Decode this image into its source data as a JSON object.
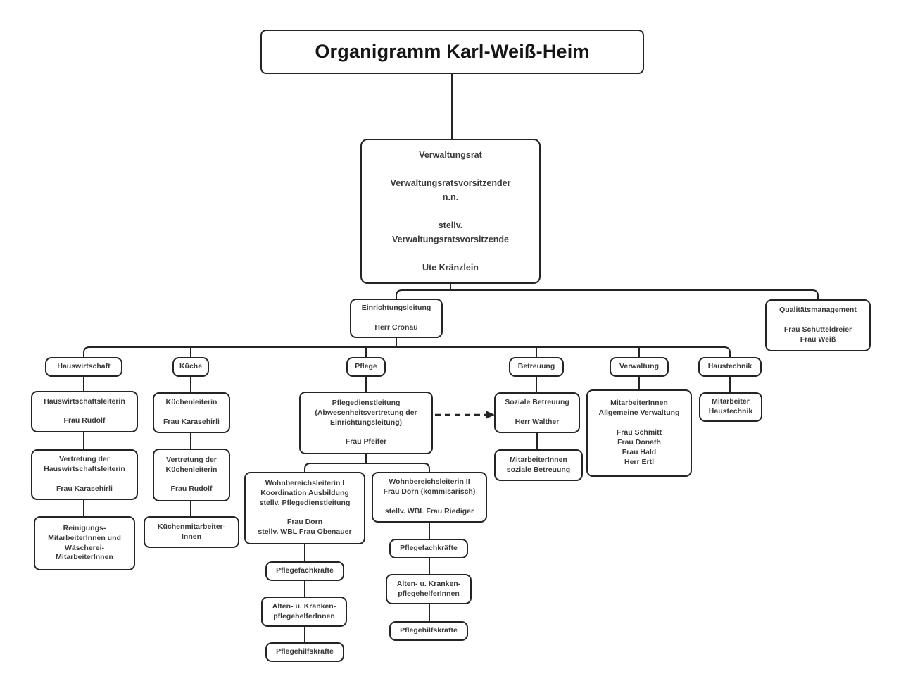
{
  "colors": {
    "ink": "#242424",
    "text": "#3a3a3a"
  },
  "chart": {
    "title": "Organigramm Karl-Weiß-Heim",
    "verwaltungsrat": "Verwaltungsrat\n\nVerwaltungsratsvorsitzender\nn.n.\n\nstellv.\nVerwaltungsratsvorsitzende\n\nUte Kränzlein",
    "einrichtungsleitung": "Einrichtungsleitung\n\nHerr Cronau",
    "qualitaetsmanagement": "Qualitätsmanagement\n\nFrau Schütteldreier\nFrau Weiß",
    "hauswirtschaft": {
      "header": "Hauswirtschaft",
      "leiterin": "Hauswirtschaftsleiterin\n\nFrau Rudolf",
      "vertretung": "Vertretung der\nHauswirtschaftsleiterin\n\nFrau Karasehirli",
      "team": "Reinigungs-\nMitarbeiterInnen und\nWäscherei-\nMitarbeiterInnen"
    },
    "kueche": {
      "header": "Küche",
      "leiterin": "Küchenleiterin\n\nFrau Karasehirli",
      "vertretung": "Vertretung der\nKüchenleiterin\n\nFrau Rudolf",
      "team": "Küchenmitarbeiter-\nInnen"
    },
    "pflege": {
      "header": "Pflege",
      "leitung": "Pflegedienstleitung\n(Abwesenheitsvertretung der\nEinrichtungsleitung)\n\nFrau Pfeifer",
      "wbl1": "Wohnbereichsleiterin I\nKoordination Ausbildung\nstellv. Pflegedienstleitung\n\nFrau Dorn\nstellv. WBL Frau Obenauer",
      "wbl2": "Wohnbereichsleiterin II\nFrau Dorn (kommisarisch)\n\nstellv. WBL Frau Riediger",
      "w1_fachkraefte": "Pflegefachkräfte",
      "w1_helfer": "Alten- u. Kranken-\npflegehelferInnen",
      "w1_hilfskraefte": "Pflegehilfskräfte",
      "w2_fachkraefte": "Pflegefachkräfte",
      "w2_helfer": "Alten- u. Kranken-\npflegehelferInnen",
      "w2_hilfskraefte": "Pflegehilfskräfte"
    },
    "betreuung": {
      "header": "Betreuung",
      "leitung": "Soziale Betreuung\n\nHerr Walther",
      "team": "MitarbeiterInnen\nsoziale Betreuung"
    },
    "verwaltung": {
      "header": "Verwaltung",
      "team": "MitarbeiterInnen\nAllgemeine Verwaltung\n\nFrau Schmitt\nFrau Donath\nFrau Hald\nHerr Ertl"
    },
    "haustechnik": {
      "header": "Haustechnik",
      "team": "Mitarbeiter\nHaustechnik"
    }
  }
}
